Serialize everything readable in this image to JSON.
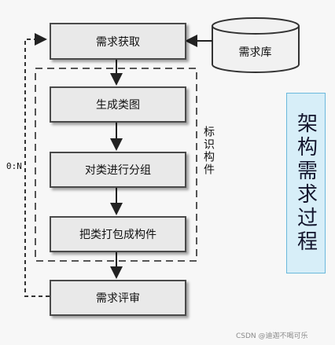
{
  "nodes": {
    "requirement_acquisition": "需求获取",
    "generate_class_diagram": "生成类图",
    "group_classes": "对类进行分组",
    "package_classes": "把类打包成构件",
    "requirement_review": "需求评审"
  },
  "database": "需求库",
  "group_label": "标识构件",
  "feedback_label": "0:N",
  "side_title": "架构需求过程",
  "watermark": "CSDN @迪迦不喝可乐"
}
